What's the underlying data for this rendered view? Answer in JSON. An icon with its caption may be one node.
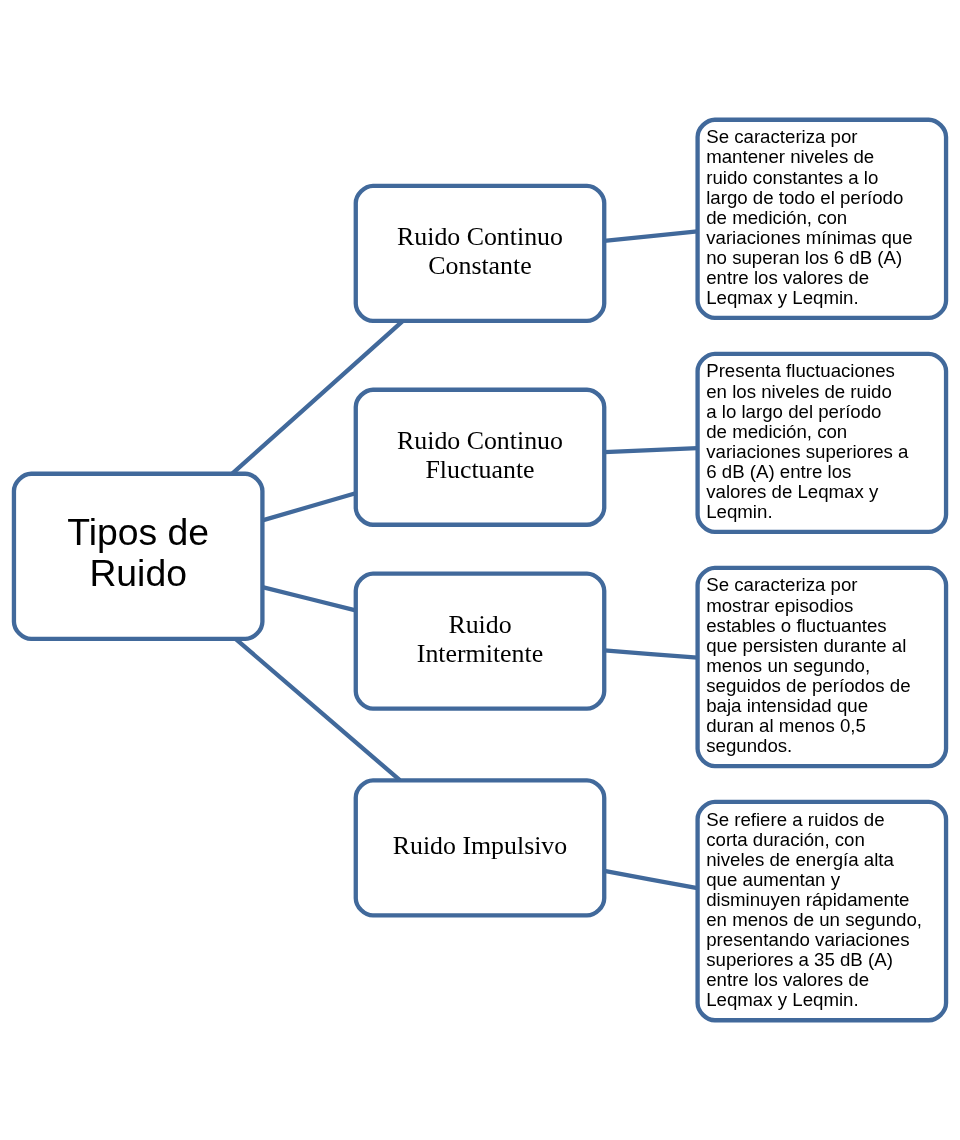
{
  "diagram": {
    "nodes": [
      {
        "text": [
          "Tipos de Ruido"
        ]
      },
      {
        "text": [
          "Ruido Continuo Constante"
        ]
      },
      {
        "text": [
          "Ruido Continuo Fluctuante"
        ]
      },
      {
        "text": [
          "Ruido Intermitente"
        ]
      },
      {
        "text": [
          "Ruido Impulsivo"
        ]
      },
      {
        "text": [
          "Se caracteriza por mantener niveles de ruido constantes a lo largo de todo el período de medición, con variaciones mínimas que no superan los 6 dB (A) entre los valores de Leqmax y Leqmin."
        ]
      },
      {
        "text": [
          "Presenta fluctuaciones en los niveles de ruido a lo largo del período de medición, con variaciones superiores a 6 dB (A) entre los valores de Leqmax y Leqmin."
        ]
      },
      {
        "text": [
          "Se caracteriza por mostrar episodios estables o fluctuantes que persisten durante al menos un segundo, seguidos de períodos de baja intensidad que duran al menos 0,5 segundos."
        ]
      },
      {
        "text": [
          "Se refiere a ruidos de corta duración, con niveles de energía alta que aumentan y disminuyen rápidamente en menos de un segundo, presentando variaciones superiores a 35 dB (A) entre los valores de Leqmax y Leqmin."
        ]
      }
    ],
    "edges": [
      {
        "from": 0,
        "to": 1,
        "arrow": "none"
      },
      {
        "from": 0,
        "to": 2,
        "arrow": "none"
      },
      {
        "from": 0,
        "to": 3,
        "arrow": "none"
      },
      {
        "from": 0,
        "to": 4,
        "arrow": "none"
      },
      {
        "from": 1,
        "to": 5,
        "arrow": "none"
      },
      {
        "from": 2,
        "to": 6,
        "arrow": "none"
      },
      {
        "from": 3,
        "to": 7,
        "arrow": "none"
      },
      {
        "from": 4,
        "to": 8,
        "arrow": "none"
      }
    ]
  }
}
